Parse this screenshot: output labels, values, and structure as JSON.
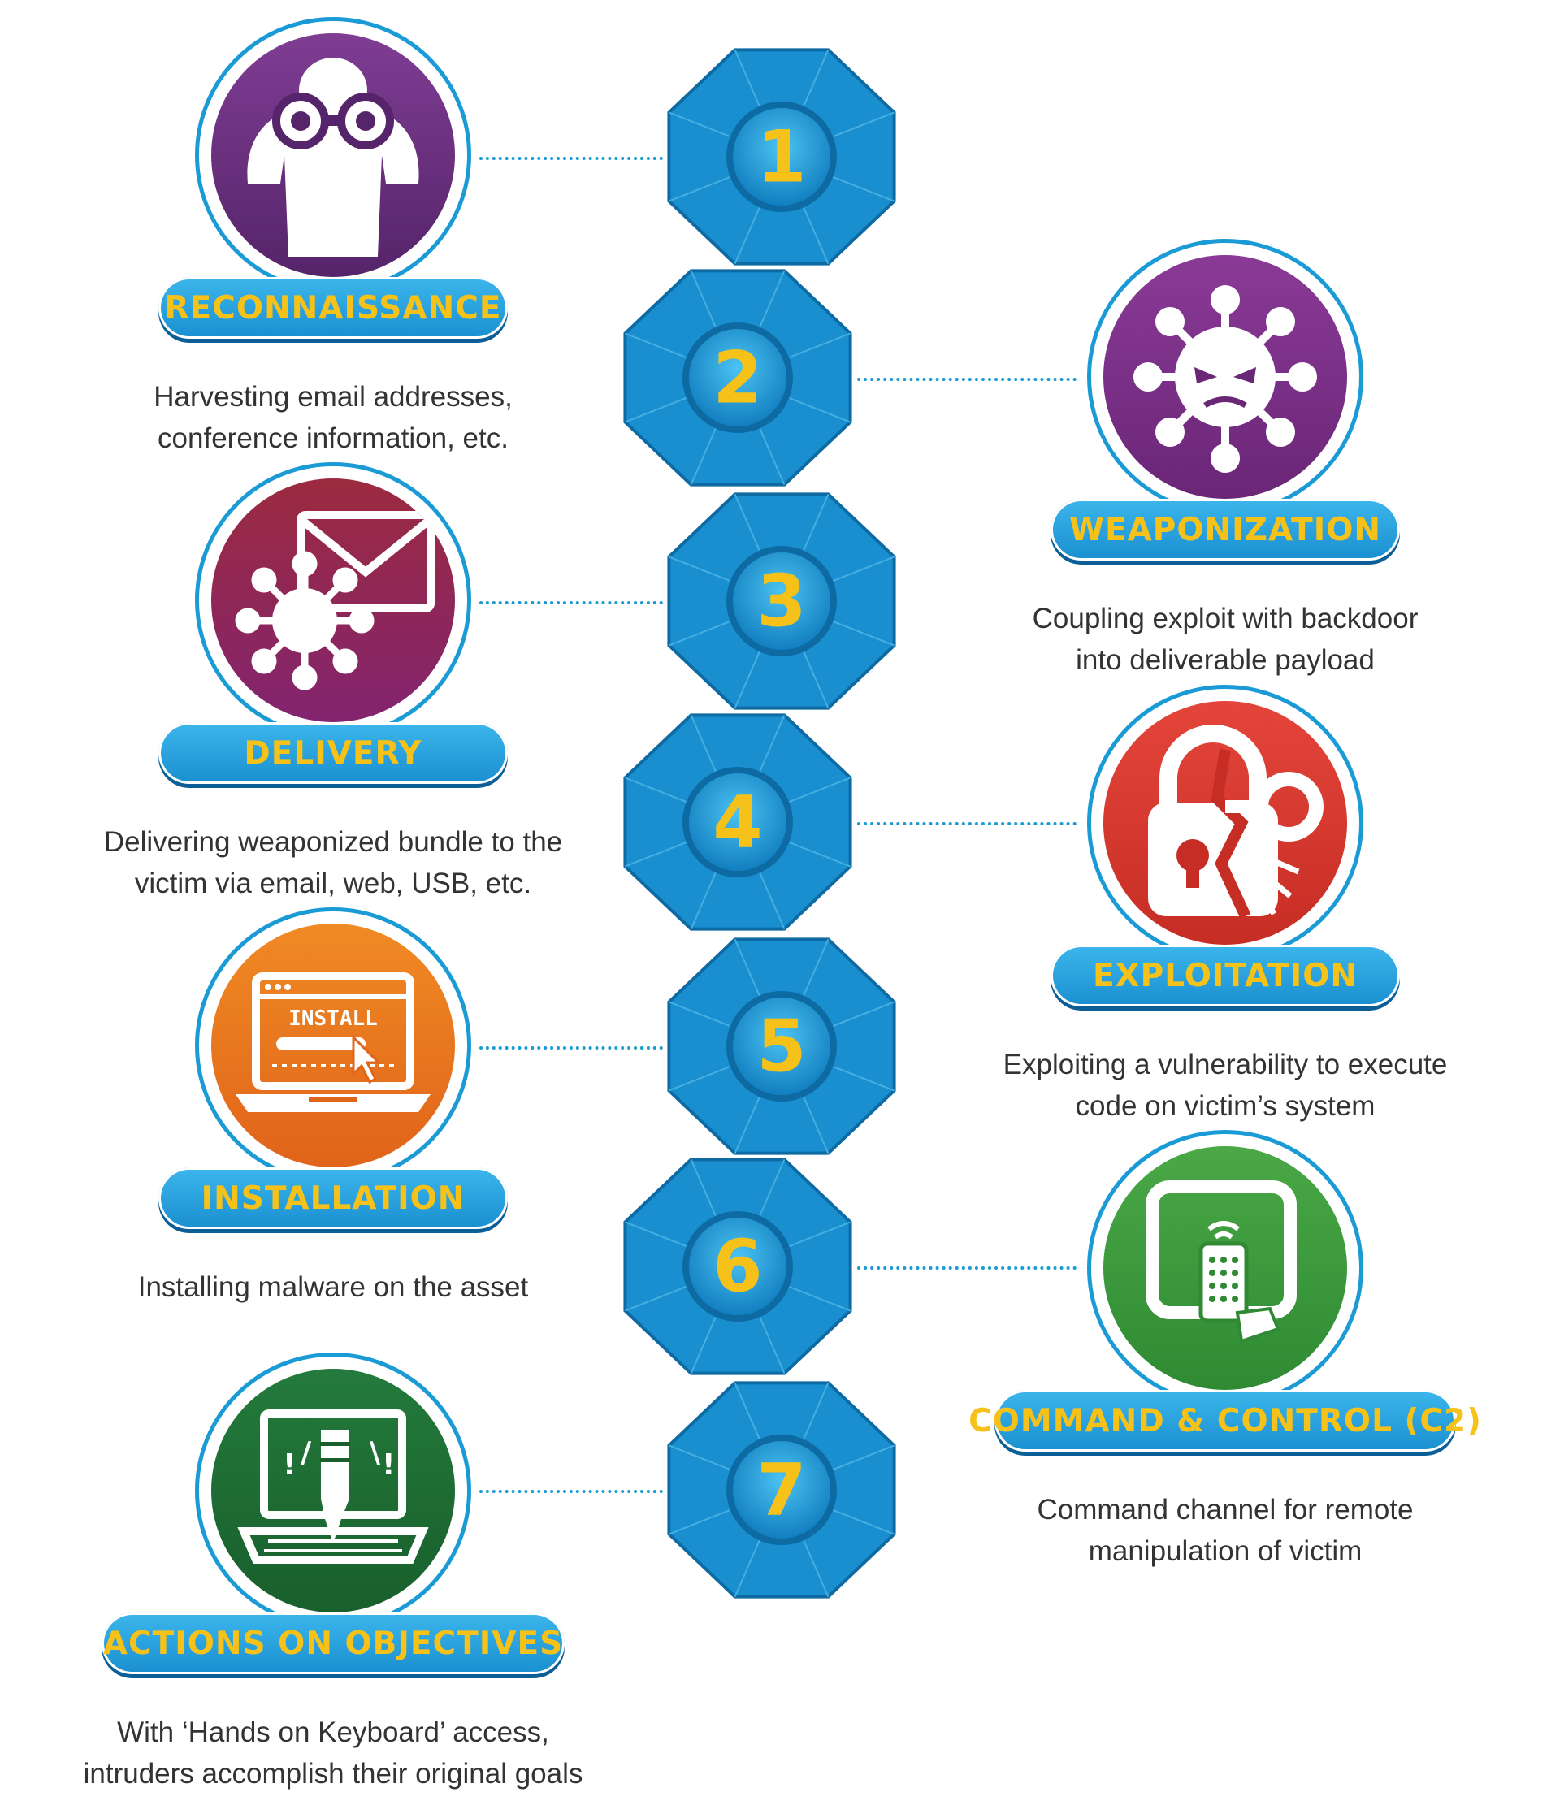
{
  "colors": {
    "chain_blue": "#1a8fd0",
    "label_text": "#f6c21a",
    "connector": "#1a9bd6",
    "description_text": "#333333"
  },
  "stages": [
    {
      "number": "1",
      "title": "RECONNAISSANCE",
      "description": [
        "Harvesting email addresses,",
        "conference information, etc."
      ],
      "icon": "binoculars-person-icon",
      "color": "#6b2f80"
    },
    {
      "number": "2",
      "title": "WEAPONIZATION",
      "description": [
        "Coupling exploit with backdoor",
        "into deliverable payload"
      ],
      "icon": "virus-icon",
      "color": "#7a2e86"
    },
    {
      "number": "3",
      "title": "DELIVERY",
      "description": [
        "Delivering weaponized bundle to the",
        "victim via email, web, USB, etc."
      ],
      "icon": "infected-envelope-icon",
      "color": "#8e2450"
    },
    {
      "number": "4",
      "title": "EXPLOITATION",
      "description": [
        "Exploiting a vulnerability to execute",
        "code on victim’s system"
      ],
      "icon": "broken-lock-key-icon",
      "color": "#d93a2e"
    },
    {
      "number": "5",
      "title": "INSTALLATION",
      "description": [
        "Installing malware on the asset"
      ],
      "icon": "laptop-install-icon",
      "install_text": "INSTALL",
      "color": "#ea7a1c"
    },
    {
      "number": "6",
      "title": "COMMAND & CONTROL (C2)",
      "description": [
        "Command channel for remote",
        "manipulation of victim"
      ],
      "icon": "remote-control-icon",
      "color": "#3e9a3c"
    },
    {
      "number": "7",
      "title": "ACTIONS ON OBJECTIVES",
      "description": [
        "With ‘Hands on Keyboard’ access,",
        "intruders accomplish their original goals"
      ],
      "icon": "hand-on-keyboard-icon",
      "color": "#1e6e35"
    }
  ]
}
